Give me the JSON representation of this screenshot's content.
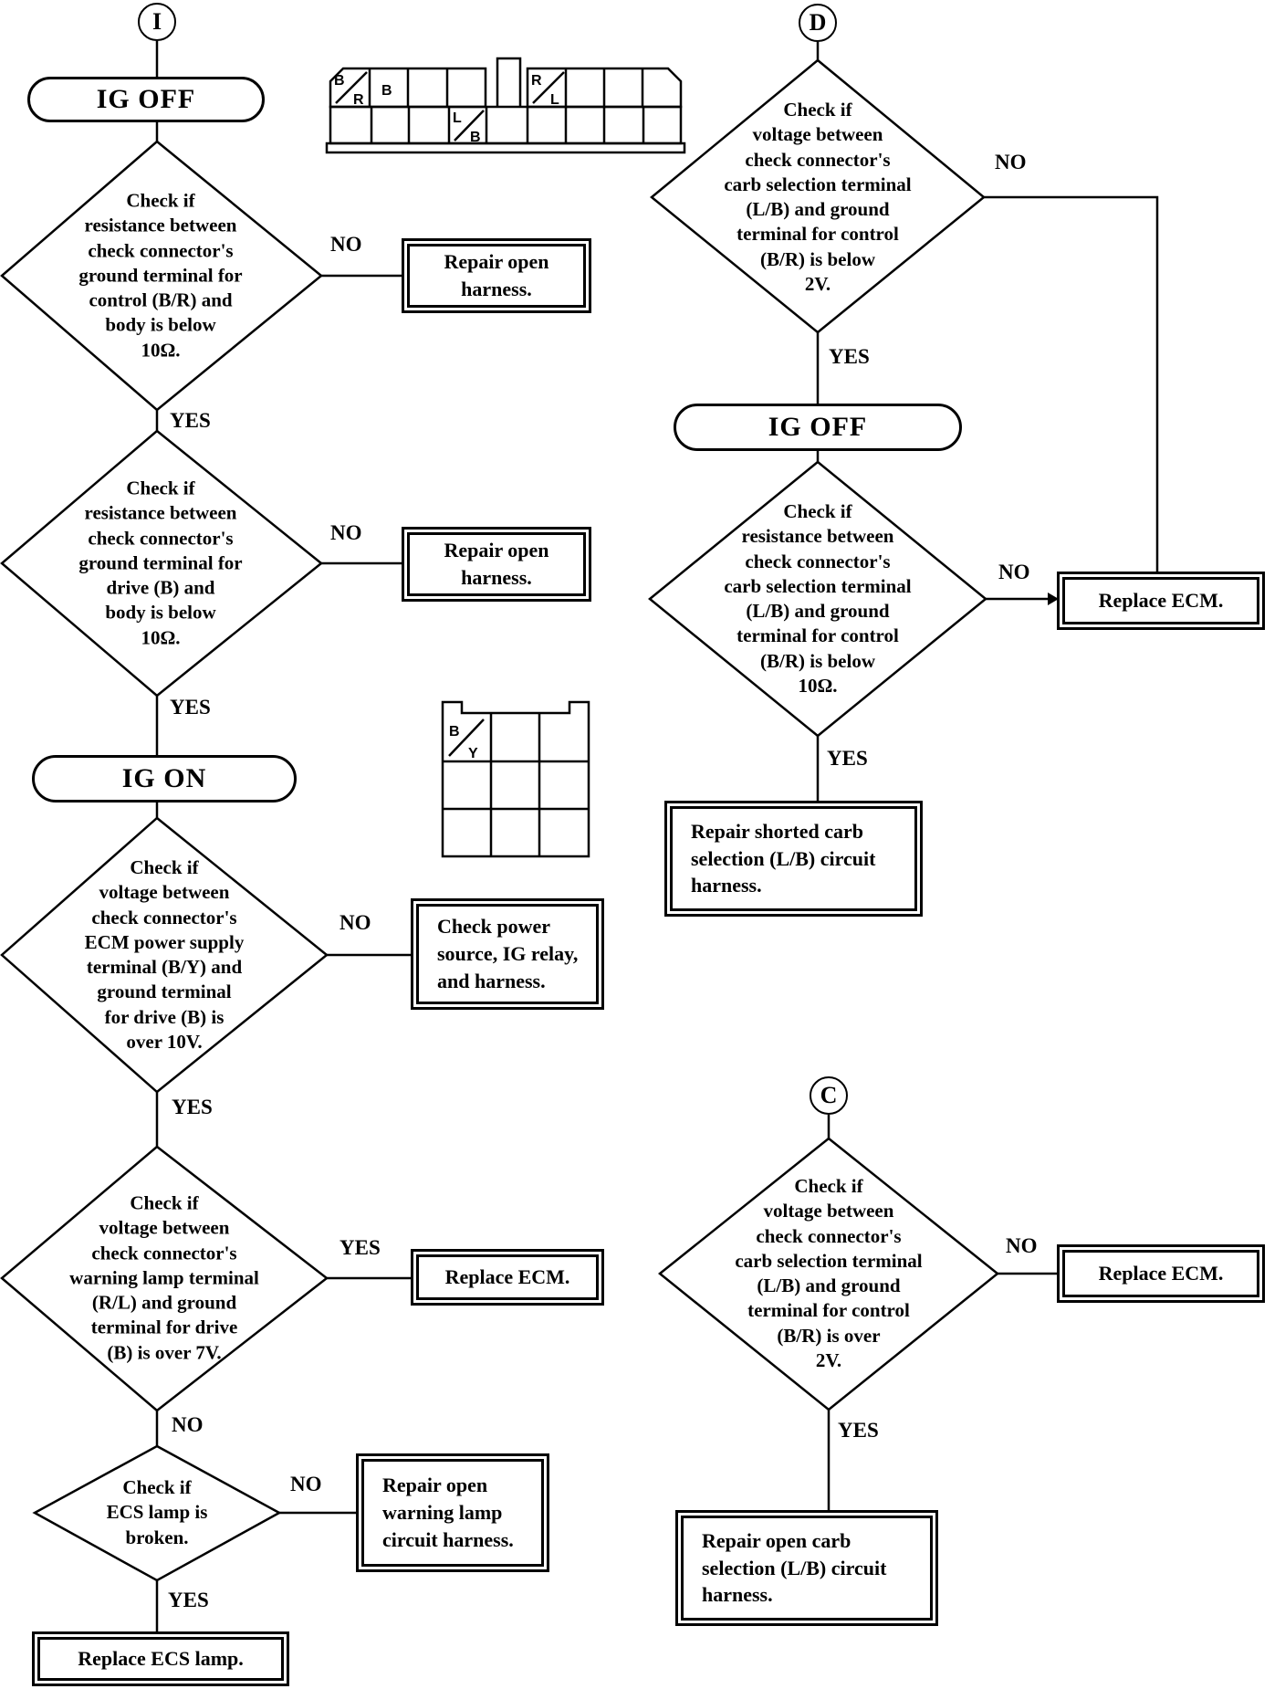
{
  "nodes": {
    "start_i": "I",
    "start_d": "D",
    "start_c": "C",
    "ig_off_left": "IG OFF",
    "ig_on": "IG ON",
    "ig_off_right": "IG OFF"
  },
  "decisions": {
    "i1": "Check if\nresistance between\ncheck connector's\nground terminal for\ncontrol (B/R) and\nbody is below\n10Ω.",
    "i2": "Check if\nresistance between\ncheck connector's\nground terminal for\ndrive (B) and\nbody is below\n10Ω.",
    "i3": "Check if\nvoltage between\ncheck connector's\nECM power supply\nterminal (B/Y) and\nground terminal\nfor drive (B) is\nover 10V.",
    "i4": "Check if\nvoltage between\ncheck connector's\nwarning lamp terminal\n(R/L) and ground\nterminal for drive\n(B) is over 7V.",
    "i5": "Check if\nECS lamp is\nbroken.",
    "d1": "Check if\nvoltage between\ncheck connector's\ncarb selection terminal\n(L/B) and ground\nterminal for control\n(B/R) is below\n2V.",
    "d2": "Check if\nresistance between\ncheck connector's\ncarb selection terminal\n(L/B) and ground\nterminal for control\n(B/R) is below\n10Ω.",
    "c1": "Check if\nvoltage between\ncheck connector's\ncarb selection terminal\n(L/B) and ground\nterminal for control\n(B/R) is over\n2V."
  },
  "actions": {
    "repair_open_harness_1": "Repair open\nharness.",
    "repair_open_harness_2": "Repair open\nharness.",
    "check_power_source": "Check power\nsource, IG relay,\nand harness.",
    "replace_ecm_left": "Replace ECM.",
    "repair_open_warning_lamp": "Repair open\nwarning lamp\ncircuit harness.",
    "replace_ecs_lamp": "Replace ECS lamp.",
    "replace_ecm_top_right": "Replace ECM.",
    "repair_shorted_carb": "Repair shorted carb\nselection (L/B) circuit\nharness.",
    "replace_ecm_bottom_right": "Replace ECM.",
    "repair_open_carb": "Repair open carb\nselection (L/B) circuit\nharness."
  },
  "edge_labels": {
    "i1_no": "NO",
    "i1_yes": "YES",
    "i2_no": "NO",
    "i2_yes": "YES",
    "i3_no": "NO",
    "i3_yes": "YES",
    "i4_yes": "YES",
    "i4_no": "NO",
    "i5_no": "NO",
    "i5_yes": "YES",
    "d1_no": "NO",
    "d1_yes": "YES",
    "d2_no": "NO",
    "d2_yes": "YES",
    "c1_no": "NO",
    "c1_yes": "YES"
  },
  "connector_top": {
    "pin_br_top": "B",
    "pin_br_bottom": "R",
    "pin_b": "B",
    "pin_rl_top": "R",
    "pin_rl_bottom": "L",
    "pin_lb_top": "L",
    "pin_lb_bottom": "B"
  },
  "connector_middle": {
    "pin_by_top": "B",
    "pin_by_bottom": "Y"
  }
}
